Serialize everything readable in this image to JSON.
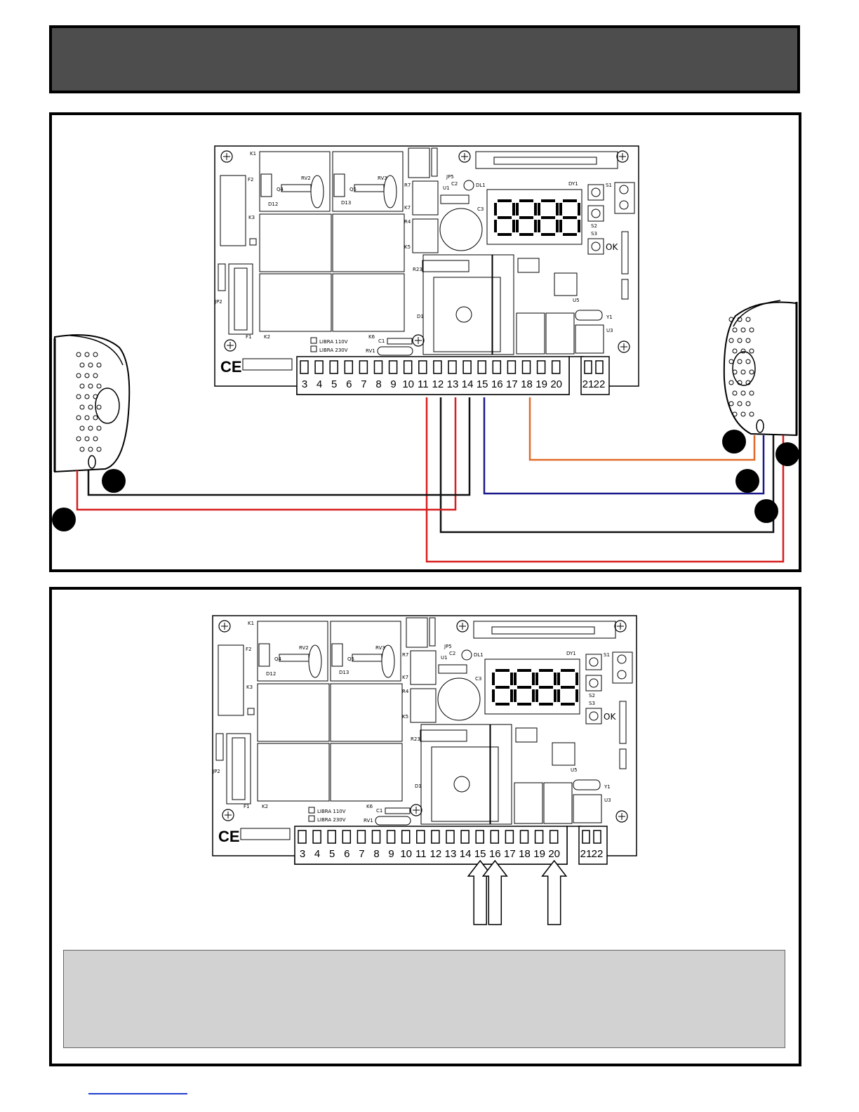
{
  "board": {
    "component_labels": {
      "K1": "K1",
      "F2": "F2",
      "K3": "K3",
      "JP2": "JP2",
      "F1": "F1",
      "K2": "K2",
      "RV2": "RV2",
      "RV3": "RV3",
      "Q4": "Q4",
      "Q5": "Q5",
      "D12": "D12",
      "D13": "D13",
      "R7": "R7",
      "K7": "K7",
      "R4": "R4",
      "K5": "K5",
      "R23": "R23",
      "D1": "D1",
      "JP5": "JP5",
      "U1": "U1",
      "C2": "C2",
      "DL1": "DL1",
      "C3": "C3",
      "DY1": "DY1",
      "S1": "S1",
      "S2": "S2",
      "S3": "S3",
      "OK": "OK",
      "U5": "U5",
      "Y1": "Y1",
      "U3": "U3",
      "K6": "K6",
      "C1": "C1",
      "RV1": "RV1",
      "libra110": "LIBRA 110V",
      "libra230": "LIBRA 230V",
      "ce": "CE"
    },
    "terminals": [
      "3",
      "4",
      "5",
      "6",
      "7",
      "8",
      "9",
      "10",
      "11",
      "12",
      "13",
      "14",
      "15",
      "16",
      "17",
      "18",
      "19",
      "20"
    ],
    "terminals_aux": [
      "21",
      "22"
    ]
  },
  "wire_colors": {
    "red": "#d81e1e",
    "black": "#111111",
    "blue": "#1a1a8c",
    "orange": "#e06a2a"
  },
  "bottom_arrows": {
    "terminals": [
      "15",
      "16",
      "20"
    ]
  },
  "colors": {
    "header_bar": "#4d4d4d",
    "note_box": "#d2d2d2",
    "footer_link": "#1f3fd0"
  }
}
